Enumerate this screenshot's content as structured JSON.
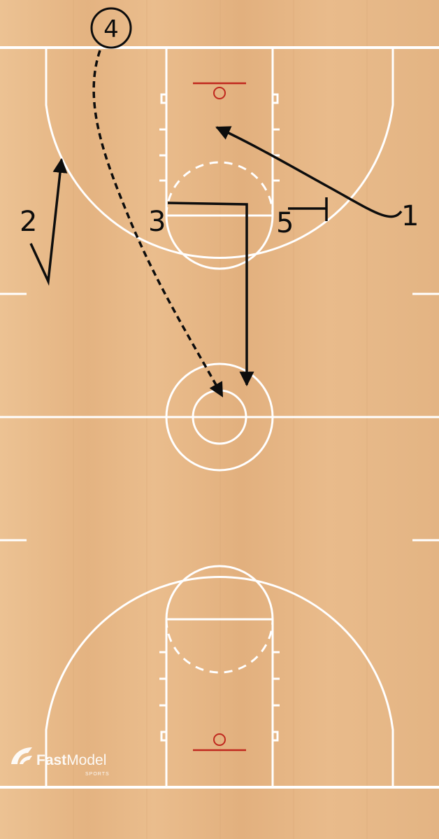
{
  "players": {
    "p1": "1",
    "p2": "2",
    "p3": "3",
    "p4": "4",
    "p5": "5"
  },
  "logo": {
    "brand_bold": "Fast",
    "brand_light": "Model",
    "brand_sub": "SPORTS"
  },
  "colors": {
    "wood": "#e7b98a",
    "wood_dark": "#d9a672",
    "lines": "#ffffff",
    "rim": "#c0281e",
    "ink": "#0d0d0d"
  }
}
